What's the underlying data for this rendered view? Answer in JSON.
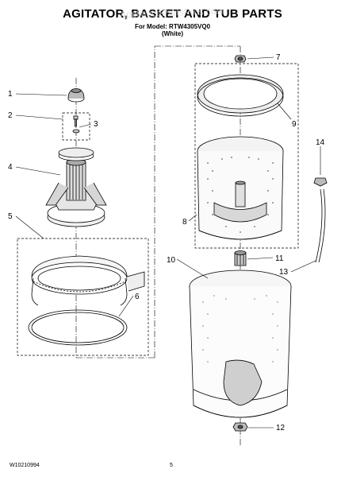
{
  "header": {
    "title": "AGITATOR, BASKET AND TUB PARTS",
    "model_line": "For Model: RTW4305VQ0",
    "color_line": "(White)"
  },
  "watermark": "AppliancePartsPros.com",
  "callouts": [
    "1",
    "2",
    "3",
    "4",
    "5",
    "6",
    "7",
    "8",
    "9",
    "10",
    "11",
    "12",
    "13",
    "14"
  ],
  "footer": {
    "doc_id": "W10210994",
    "page_number": "5"
  }
}
